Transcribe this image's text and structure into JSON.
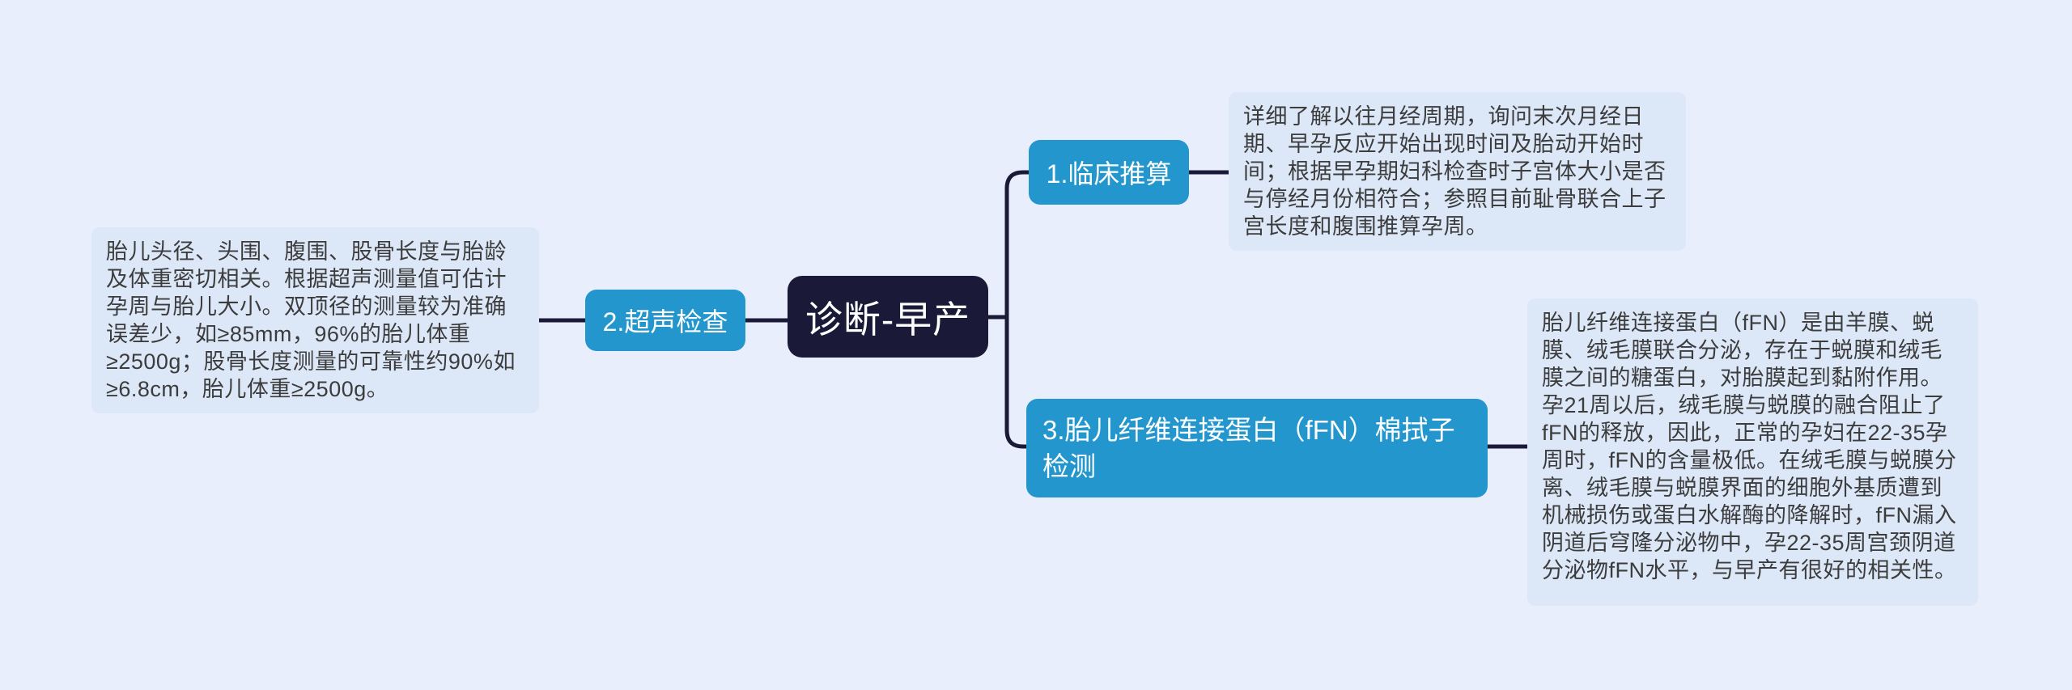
{
  "colors": {
    "background": "#e9eefc",
    "note_background": "#dce7f8",
    "note_text": "#3c3c3c",
    "node_blue": "#2397cd",
    "node_dark": "#1a1a38",
    "connector_line": "#1a1a38"
  },
  "root": {
    "label": "诊断-早产"
  },
  "branches": [
    {
      "label": "1.临床推算",
      "note": "详细了解以往月经周期，询问末次月经日期、早孕反应开始出现时间及胎动开始时间；根据早孕期妇科检查时子宫体大小是否与停经月份相符合；参照目前耻骨联合上子宫长度和腹围推算孕周。"
    },
    {
      "label": "2.超声检查",
      "note": "胎儿头径、头围、腹围、股骨长度与胎龄及体重密切相关。根据超声测量值可估计孕周与胎儿大小。双顶径的测量较为准确误差少，如≥85mm，96%的胎儿体重≥2500g；股骨长度测量的可靠性约90%如≥6.8cm，胎儿体重≥2500g。"
    },
    {
      "label": "3.胎儿纤维连接蛋白（fFN）棉拭子检测",
      "note": "胎儿纤维连接蛋白（fFN）是由羊膜、蜕膜、绒毛膜联合分泌，存在于蜕膜和绒毛膜之间的糖蛋白，对胎膜起到黏附作用。孕21周以后，绒毛膜与蜕膜的融合阻止了fFN的释放，因此，正常的孕妇在22-35孕周时，fFN的含量极低。在绒毛膜与蜕膜分离、绒毛膜与蜕膜界面的细胞外基质遭到机械损伤或蛋白水解酶的降解时，fFN漏入阴道后穹隆分泌物中，孕22-35周宫颈阴道分泌物fFN水平，与早产有很好的相关性。"
    }
  ]
}
